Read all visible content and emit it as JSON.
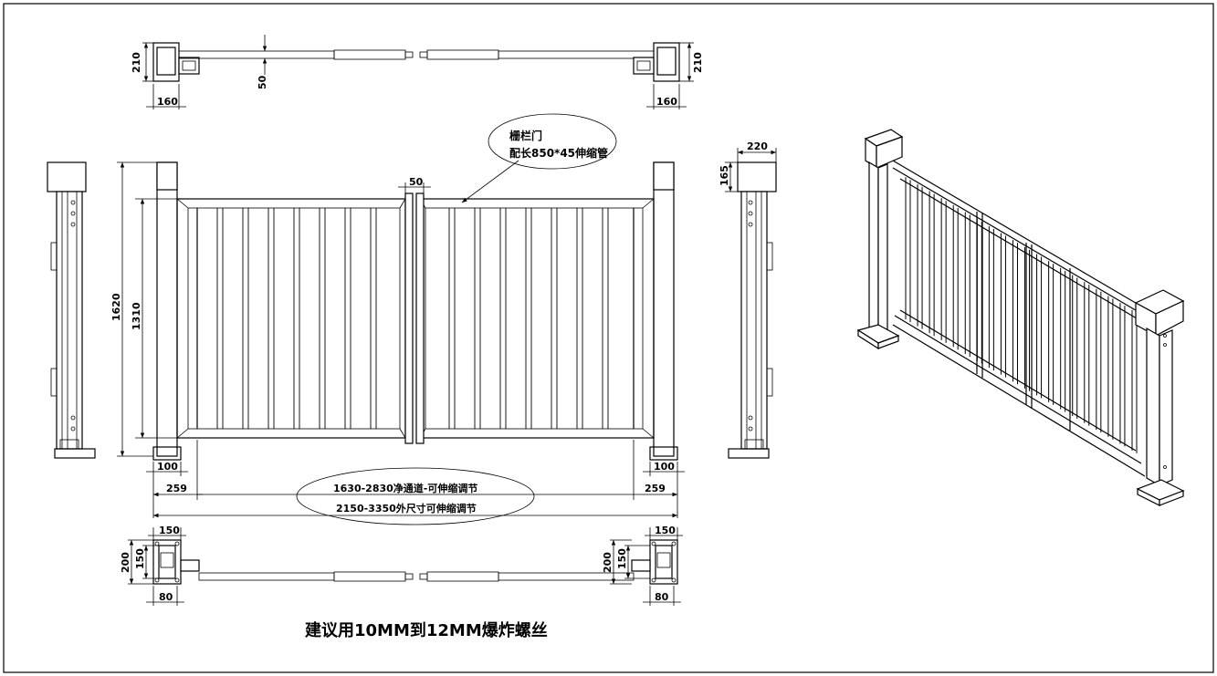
{
  "top_view": {
    "height_left": "210",
    "width_left": "160",
    "gap": "50",
    "height_right": "210",
    "width_right": "160"
  },
  "front_view": {
    "total_height": "1620",
    "panel_height": "1310",
    "center_gap": "50",
    "base_left": "100",
    "base_right": "100",
    "side_left": "259",
    "side_right": "259",
    "net_passage": "1630-2830净通道-可伸缩调节",
    "outer_size": "2150-3350外尺寸可伸缩调节"
  },
  "callout": {
    "line1": "栅栏门",
    "line2": "配长850*45伸缩管"
  },
  "side_view": {
    "width": "220",
    "head_height": "165"
  },
  "base_view": {
    "left_width": "150",
    "left_height_outer": "200",
    "left_height_inner": "150",
    "left_offset": "80",
    "right_width": "150",
    "right_height_outer": "200",
    "right_height_inner": "150",
    "right_offset": "80"
  },
  "caption": "建议用10MM到12MM爆炸螺丝"
}
